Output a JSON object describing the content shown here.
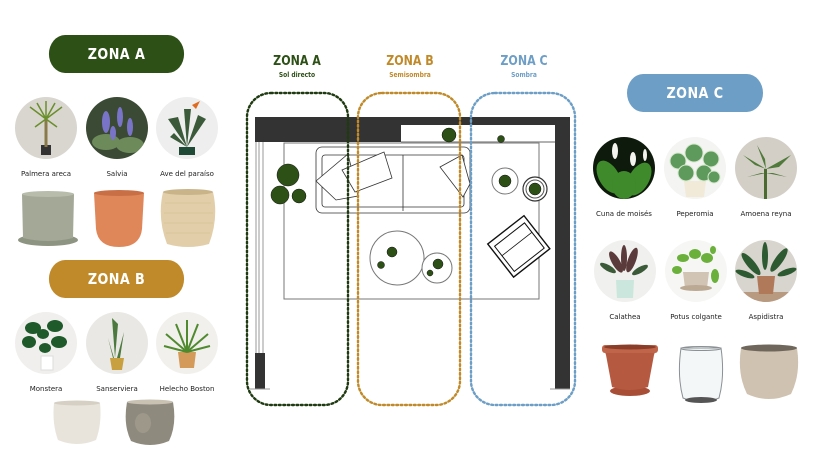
{
  "colors": {
    "zone_a": "#2d5016",
    "zone_b": "#c08a2a",
    "zone_c": "#6d9ec6",
    "wall": "#333333",
    "plant_dot": "#2d5016"
  },
  "left_panel": {
    "zone_a": {
      "title": "ZONA A",
      "plants": [
        {
          "name": "Palmera areca",
          "icon": "palm-plant-icon"
        },
        {
          "name": "Salvia",
          "icon": "salvia-plant-icon"
        },
        {
          "name": "Ave del paraíso",
          "icon": "bird-of-paradise-plant-icon"
        }
      ],
      "pots": [
        {
          "name": "sage-ceramic-pot",
          "color": "#a3a897"
        },
        {
          "name": "terracotta-pot",
          "color": "#e0875a"
        },
        {
          "name": "woven-basket-pot",
          "color": "#e2cfaa"
        }
      ]
    },
    "zone_b": {
      "title": "ZONA B",
      "plants": [
        {
          "name": "Monstera",
          "icon": "monstera-plant-icon"
        },
        {
          "name": "Sanserviera",
          "icon": "sansevieria-plant-icon"
        },
        {
          "name": "Helecho Boston",
          "icon": "boston-fern-plant-icon"
        }
      ],
      "pots": [
        {
          "name": "white-speckled-pot",
          "color": "#e8e4dc"
        },
        {
          "name": "marble-grey-pot",
          "color": "#8e8a7e"
        }
      ]
    }
  },
  "floorplan": {
    "zones": [
      {
        "title": "ZONA A",
        "subtitle": "Sol directo",
        "color": "#2d5016"
      },
      {
        "title": "ZONA B",
        "subtitle": "Semisombra",
        "color": "#c08a2a"
      },
      {
        "title": "ZONA C",
        "subtitle": "Sombra",
        "color": "#6d9ec6"
      }
    ]
  },
  "right_panel": {
    "zone_c": {
      "title": "ZONA C",
      "plants": [
        {
          "name": "Cuna de moisés",
          "icon": "peace-lily-plant-icon"
        },
        {
          "name": "Peperomia",
          "icon": "peperomia-plant-icon"
        },
        {
          "name": "Amoena reyna",
          "icon": "dieffenbachia-plant-icon"
        },
        {
          "name": "Calathea",
          "icon": "calathea-plant-icon"
        },
        {
          "name": "Potus colgante",
          "icon": "pothos-plant-icon"
        },
        {
          "name": "Aspidistra",
          "icon": "aspidistra-plant-icon"
        }
      ],
      "pots": [
        {
          "name": "terracotta-plastic-pot",
          "color": "#b55a40"
        },
        {
          "name": "glass-vase-pot",
          "color": "#e9eef0"
        },
        {
          "name": "stone-beige-pot",
          "color": "#cfc2b0"
        }
      ]
    }
  }
}
